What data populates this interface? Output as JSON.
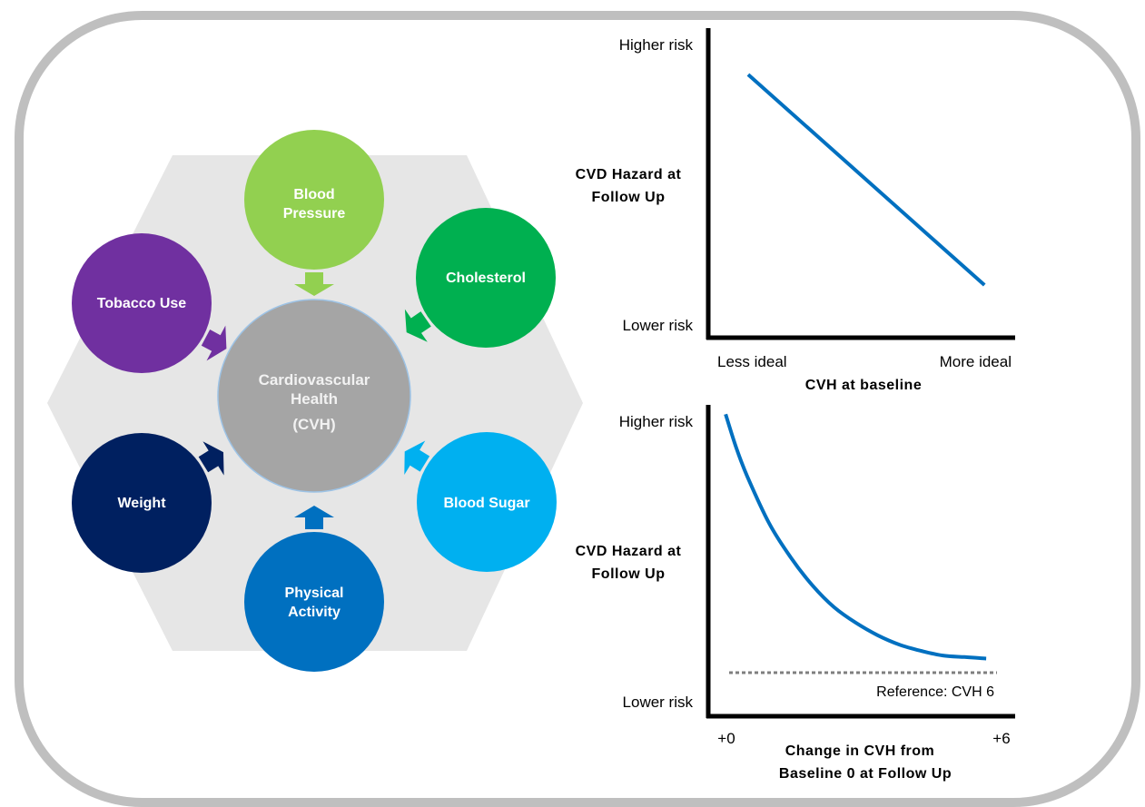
{
  "diagram": {
    "center": {
      "lines": [
        "Cardiovascular",
        "Health",
        "(CVH)"
      ],
      "color": "#a5a5a5"
    },
    "hexagon_color": "#e6e6e6",
    "nodes": [
      {
        "id": "blood-pressure",
        "lines": [
          "Blood",
          "Pressure"
        ],
        "color": "#92d050"
      },
      {
        "id": "cholesterol",
        "lines": [
          "Cholesterol"
        ],
        "color": "#00b050"
      },
      {
        "id": "blood-sugar",
        "lines": [
          "Blood Sugar"
        ],
        "color": "#00b0f0"
      },
      {
        "id": "physical-activity",
        "lines": [
          "Physical",
          "Activity"
        ],
        "color": "#0070c0"
      },
      {
        "id": "weight",
        "lines": [
          "Weight"
        ],
        "color": "#002060"
      },
      {
        "id": "tobacco-use",
        "lines": [
          "Tobacco Use"
        ],
        "color": "#7030a0"
      }
    ]
  },
  "chart_data": [
    {
      "type": "line",
      "title": "",
      "ylabel": [
        "CVD Hazard at",
        "Follow Up"
      ],
      "xlabel": "CVH at baseline",
      "y_ticks": {
        "high": "Higher risk",
        "low": "Lower risk"
      },
      "x_ticks": {
        "left": "Less ideal",
        "right": "More ideal"
      },
      "xlim": [
        0,
        1
      ],
      "ylim": [
        0,
        1
      ],
      "series": [
        {
          "name": "CVD hazard",
          "color": "#0070c0",
          "x": [
            0.13,
            0.9
          ],
          "y": [
            0.85,
            0.17
          ]
        }
      ],
      "grid": false,
      "legend": "none"
    },
    {
      "type": "line",
      "title": "",
      "ylabel": [
        "CVD Hazard at",
        "Follow Up"
      ],
      "xlabel": [
        "Change in CVH from",
        "Baseline 0 at Follow Up"
      ],
      "y_ticks": {
        "high": "Higher risk",
        "low": "Lower risk"
      },
      "x_ticks": {
        "left": "+0",
        "right": "+6"
      },
      "xlim": [
        -0.4,
        6.5
      ],
      "ylim": [
        0,
        1
      ],
      "series": [
        {
          "name": "CVD hazard",
          "color": "#0070c0",
          "x": [
            0,
            0.25,
            0.5,
            1,
            1.5,
            2,
            2.5,
            3,
            3.5,
            4,
            4.5,
            5,
            5.5,
            6
          ],
          "y": [
            0.97,
            0.86,
            0.77,
            0.62,
            0.51,
            0.42,
            0.35,
            0.3,
            0.26,
            0.23,
            0.21,
            0.195,
            0.19,
            0.185
          ]
        }
      ],
      "reference": {
        "label": "Reference: CVH 6",
        "y": 0.14,
        "color": "#7f7f7f",
        "style": "dotted"
      },
      "grid": false,
      "legend": "none"
    }
  ]
}
